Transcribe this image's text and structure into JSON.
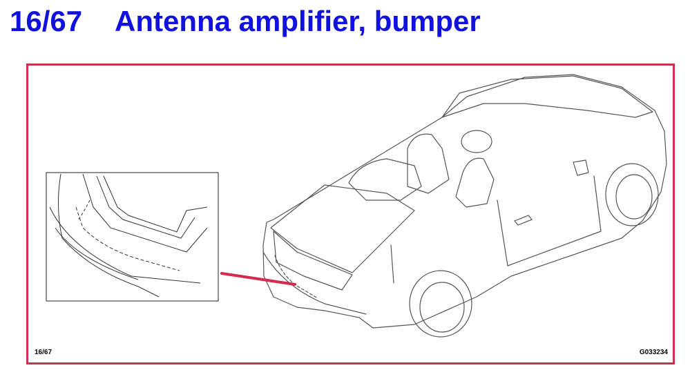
{
  "header": {
    "page_number": "16/67",
    "title": "Antenna amplifier, bumper"
  },
  "figure": {
    "page_ref": "16/67",
    "figure_code": "G033234",
    "frame_color": "#c8344f",
    "callout_color": "#d32a4e",
    "title_color": "#1111dd"
  }
}
